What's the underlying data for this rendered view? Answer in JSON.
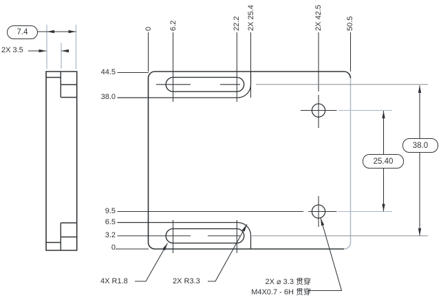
{
  "colors": {
    "line": "#2f3337",
    "extension_light": "#a8b6c4",
    "extension_mid": "#858c95",
    "background": "#ffffff"
  },
  "side_view": {
    "thickness_dim": "7.4",
    "step_dim": "2X 3.5"
  },
  "front_view": {
    "top_ordinates": [
      "0",
      "6.2",
      "22.2",
      "2X 25.4",
      "2X 42.5",
      "50.5"
    ],
    "left_ordinates": [
      "44.5",
      "38.0",
      "9.5",
      "6.5",
      "3.2",
      "0"
    ],
    "right_dims": {
      "slot_centers_span": "38.0",
      "hole_centers_span": "25.40"
    },
    "callouts": {
      "slot_end_radius": "4X R1.8",
      "recess_corner_radius": "2X R3.3",
      "hole_note_line1": "2X ⌀ 3.3 贯穿",
      "hole_note_line2": "M4X0.7 - 6H 贯穿"
    }
  }
}
